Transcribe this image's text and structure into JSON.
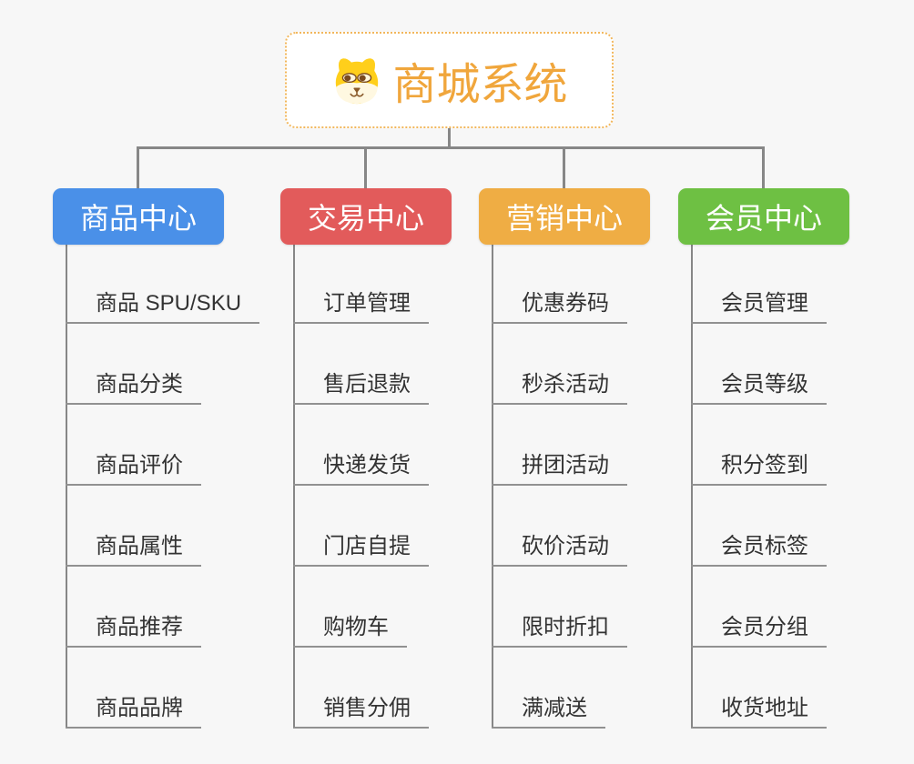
{
  "root": {
    "title": "商城系统",
    "icon": "dog-face-icon"
  },
  "branches": [
    {
      "label": "商品中心",
      "color": "#4a90e8",
      "children": [
        "商品 SPU/SKU",
        "商品分类",
        "商品评价",
        "商品属性",
        "商品推荐",
        "商品品牌"
      ]
    },
    {
      "label": "交易中心",
      "color": "#e25b5b",
      "children": [
        "订单管理",
        "售后退款",
        "快递发货",
        "门店自提",
        "购物车",
        "销售分佣"
      ]
    },
    {
      "label": "营销中心",
      "color": "#efad44",
      "children": [
        "优惠券码",
        "秒杀活动",
        "拼团活动",
        "砍价活动",
        "限时折扣",
        "满减送"
      ]
    },
    {
      "label": "会员中心",
      "color": "#6ec043",
      "children": [
        "会员管理",
        "会员等级",
        "积分签到",
        "会员标签",
        "会员分组",
        "收货地址"
      ]
    }
  ],
  "colors": {
    "background": "#f7f7f7",
    "connector": "#878787",
    "underline": "#919191",
    "root_border": "#f2b75c",
    "root_title": "#f0a63c",
    "leaf_text": "#333333"
  }
}
